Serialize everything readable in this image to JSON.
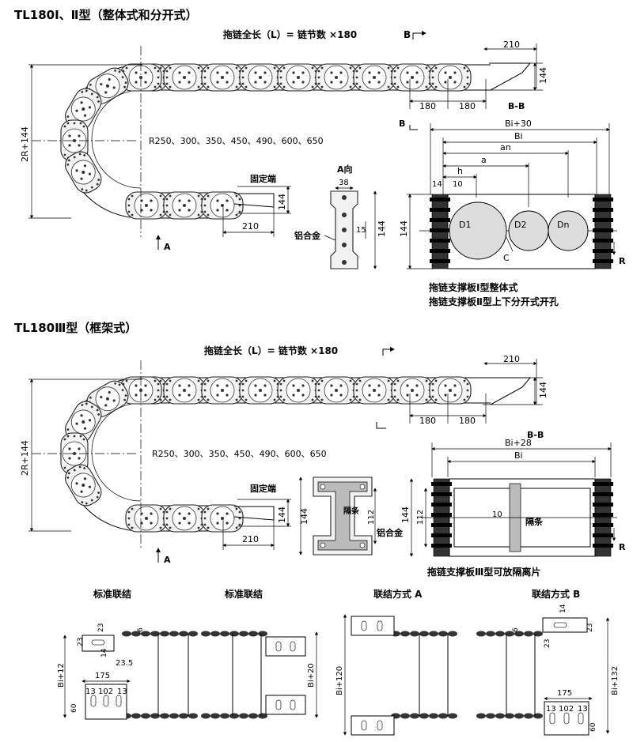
{
  "sec1": {
    "title": "TL180Ⅰ、Ⅱ型（整体式和分开式）",
    "length_formula": "拖链全长（L）= 链节数 ×180",
    "b_mark": "B",
    "dim_210_top": "210",
    "dim_144_right": "144",
    "dim_180_a": "180",
    "dim_180_b": "180",
    "bb_label": "B-B",
    "radius_list": "R250、300、350、450、490、600、650",
    "height_label": "2R+144",
    "fixed_end": "固定端",
    "dim_144_fixed": "144",
    "dim_210_bottom": "210",
    "arrow_a": "A",
    "a_view": {
      "title": "A向",
      "w": "38",
      "h": "15",
      "total": "144",
      "material": "铝合金"
    },
    "section": {
      "b_mark": "B",
      "bi30": "Bi+30",
      "bi": "Bi",
      "an": "an",
      "a": "a",
      "h": "h",
      "d14": "14",
      "d10": "10",
      "h144": "144",
      "d1": "D1",
      "d2": "D2",
      "dn": "Dn",
      "c": "C",
      "r": "R",
      "caption1": "拖链支撑板Ⅰ型整体式",
      "caption2": "拖链支撑板Ⅱ型上下分开式开孔"
    }
  },
  "sec2": {
    "title": "TL180Ⅲ型（框架式）",
    "length_formula": "拖链全长（L）= 链节数 ×180",
    "dim_210_top": "210",
    "dim_144_right": "144",
    "dim_180_a": "180",
    "dim_180_b": "180",
    "radius_list": "R250、300、350、450、490、600、650",
    "height_label": "2R+144",
    "fixed_end": "固定端",
    "dim_144_fixed": "144",
    "dim_210_bottom": "210",
    "arrow_a": "A",
    "frame_part": {
      "h144": "144",
      "h112": "112",
      "divider": "隔条",
      "material": "铝合金"
    },
    "section": {
      "bb_label": "B-B",
      "bi28": "Bi+28",
      "bi": "Bi",
      "h144": "144",
      "h112": "112",
      "d10": "10",
      "divider": "隔条",
      "r": "R",
      "caption": "拖链支撑板Ⅲ型可放隔离片"
    }
  },
  "connections": {
    "std1": {
      "title": "标准联结",
      "d23a": "23",
      "d23b": "23",
      "d6": "6",
      "d14": "14",
      "d235": "23.5",
      "d175": "175",
      "d13a": "13",
      "d102": "102",
      "d13b": "13",
      "d60": "60",
      "bi12": "Bi+12"
    },
    "std2": {
      "title": "标准联结",
      "bi20": "Bi+20"
    },
    "modeA": {
      "title": "联结方式 A",
      "bi120": "Bi+120"
    },
    "modeB": {
      "title": "联结方式 B",
      "d14": "14",
      "d6": "6",
      "d23a": "23",
      "d23b": "23",
      "d175": "175",
      "d13a": "13",
      "d102": "102",
      "d13b": "13",
      "d60": "60",
      "bi132": "Bi+132"
    }
  }
}
